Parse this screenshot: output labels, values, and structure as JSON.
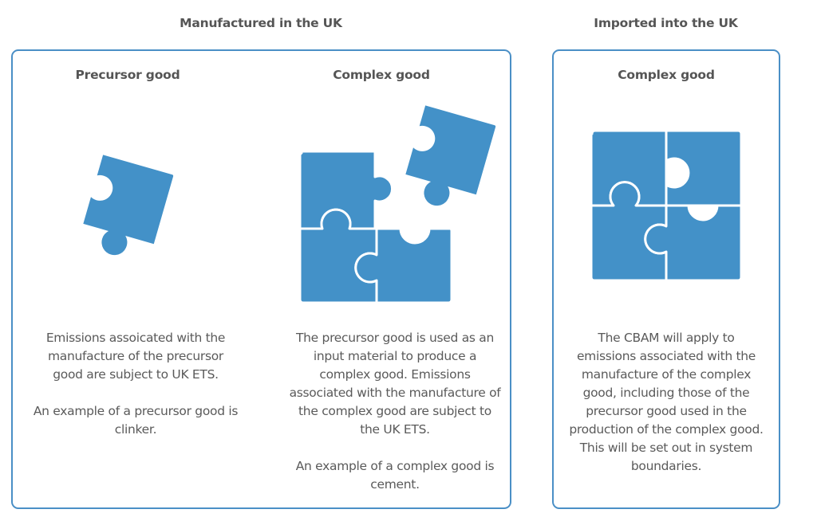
{
  "sections": [
    {
      "title": "Manufactured in the UK",
      "columns": [
        {
          "heading": "Precursor good",
          "icon": "single-puzzle-piece-icon",
          "paragraphs": [
            "Emissions assoicated with the manufacture of the precursor good are subject to UK ETS.",
            "An example of a precursor good is clinker."
          ]
        },
        {
          "heading": "Complex good",
          "icon": "partially-assembled-puzzle-icon",
          "paragraphs": [
            "The precursor good is used as an input material to produce a complex good. Emissions associated with the manufacture of the complex good are subject to  the UK ETS.",
            "An example of a complex good is cement."
          ]
        }
      ]
    },
    {
      "title": "Imported into the UK",
      "columns": [
        {
          "heading": "Complex good",
          "icon": "assembled-puzzle-icon",
          "paragraphs": [
            "The CBAM will apply to emissions associated with the manufacture of the complex good, including those of the precursor good used in the production of the complex good. This will be set out in system boundaries."
          ]
        }
      ]
    }
  ],
  "colors": {
    "puzzle_fill": "#4391c8",
    "box_border": "#4a8fc6",
    "text": "#555555"
  }
}
